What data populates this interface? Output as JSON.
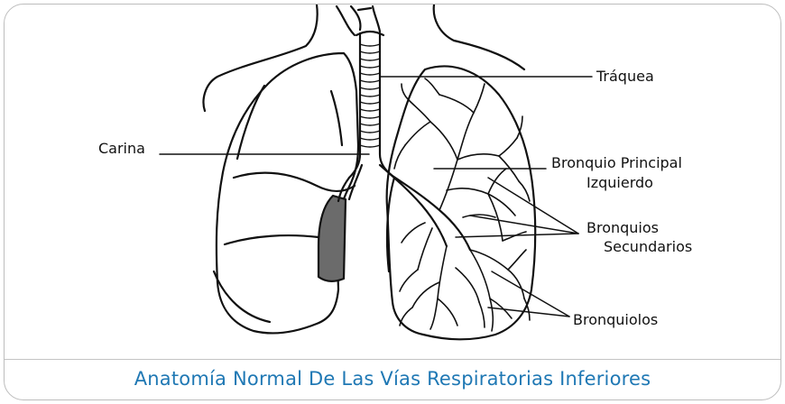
{
  "diagram": {
    "labels": {
      "traquea": "Tráquea",
      "carina": "Carina",
      "bronquio_principal_line1": "Bronquio Principal",
      "bronquio_principal_line2": "Izquierdo",
      "bronquios_secundarios_line1": "Bronquios",
      "bronquios_secundarios_line2": "Secundarios",
      "bronquiolos": "Bronquiolos"
    },
    "caption": "Anatomía Normal De Las Vías Respiratorias Inferiores",
    "colors": {
      "caption": "#1f78b4",
      "outline": "#111111",
      "frame": "#bdbdbd",
      "shaded_region": "#6b6b6b"
    }
  }
}
